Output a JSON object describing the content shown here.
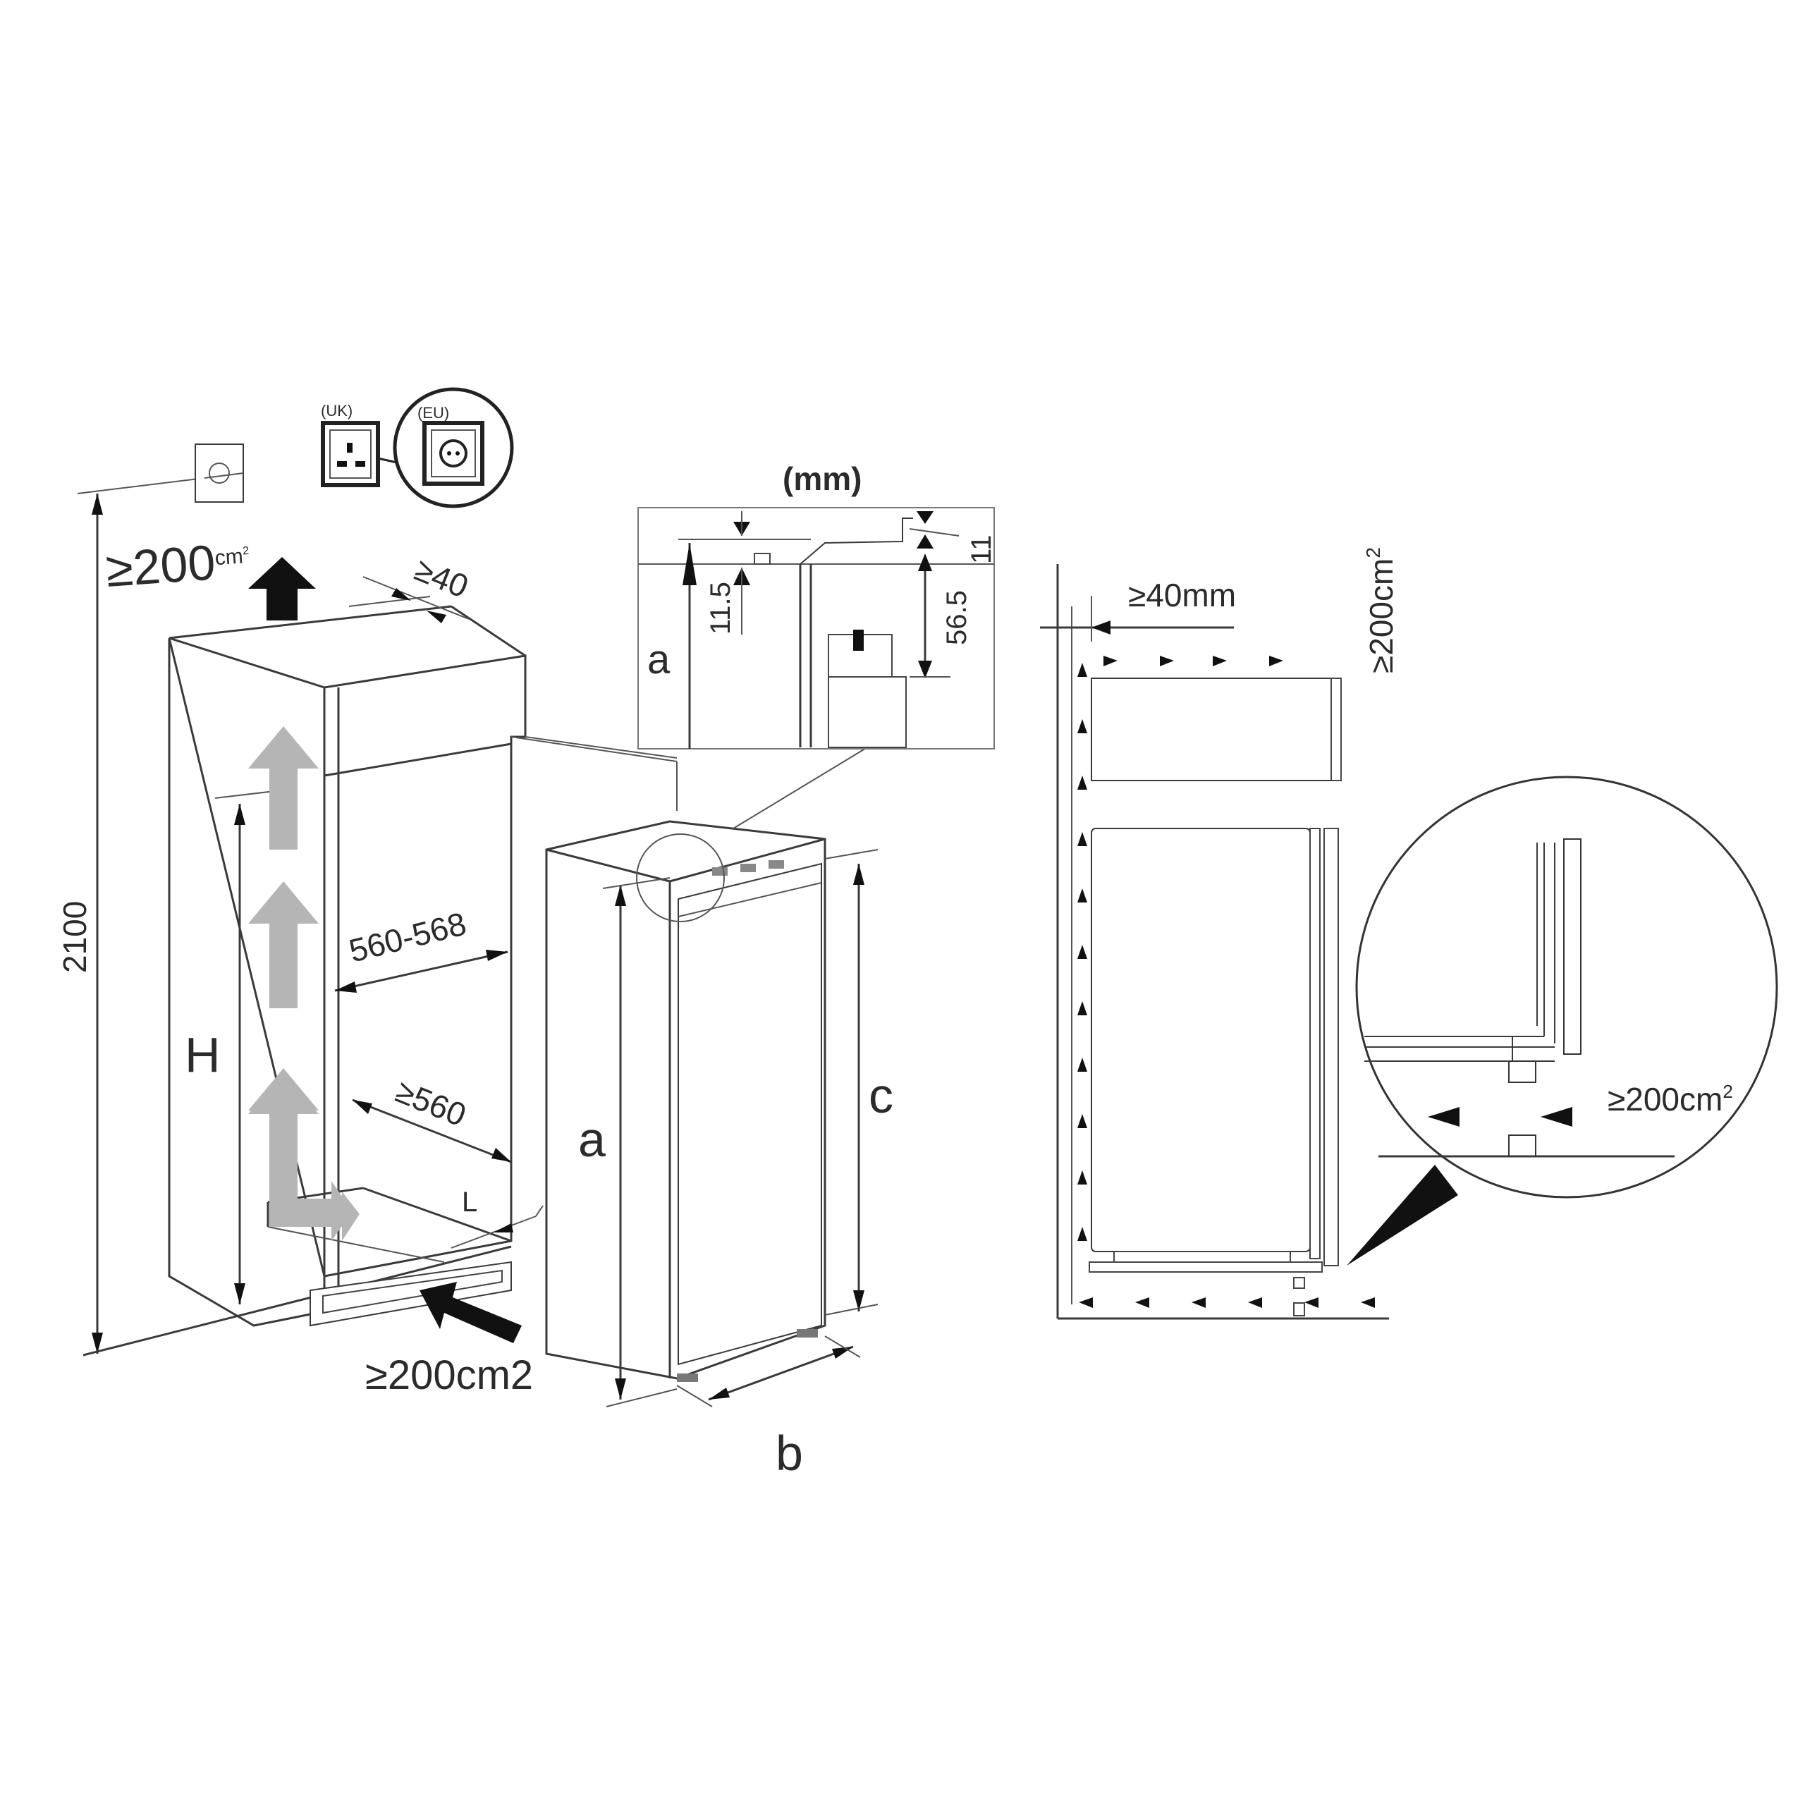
{
  "unit_label": "(mm)",
  "socket_labels": {
    "uk": "(UK)",
    "eu": "(EU)"
  },
  "left_view": {
    "total_height": "2100",
    "top_vent_area": "≥200",
    "top_vent_unit": "cm",
    "top_vent_exp": "2",
    "top_gap": "≥40",
    "niche_width": "560-568",
    "niche_depth": "≥560",
    "niche_height": "H",
    "bottom_vent_area": "≥200cm2",
    "plinth_depth": "L"
  },
  "appliance_view": {
    "height_a": "a",
    "width_b": "b",
    "door_c": "c"
  },
  "hinge_detail": {
    "height_a": "a",
    "dim_11_5": "11.5",
    "dim_56_5": "56.5",
    "dim_11": "11"
  },
  "side_view": {
    "rear_gap": "≥40mm",
    "top_vent_area": "≥200cm",
    "top_vent_exp": "2",
    "bottom_vent_area": "≥200cm",
    "bottom_vent_exp": "2"
  },
  "colors": {
    "line": "#3a3a3a",
    "airflow_arrow": "#b5b5b5",
    "solid_arrow": "#111111"
  }
}
